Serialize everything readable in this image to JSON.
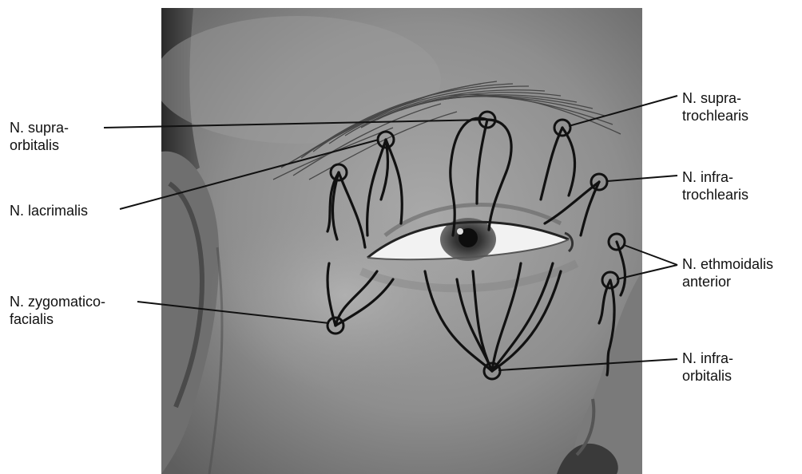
{
  "colors": {
    "background": "#ffffff",
    "skin_dark": "#3c3c3c",
    "skin_mid": "#8a8a8a",
    "skin_light": "#b8b8b8",
    "nerve": "#111111",
    "label_text": "#111111"
  },
  "labels": {
    "supraorbitalis": "N. supra-\norbitalis",
    "lacrimalis": "N. lacrimalis",
    "zygomaticofacialis": "N. zygomatico-\nfacialis",
    "supratrochlearis": "N. supra-\ntrochlearis",
    "infratrochlearis": "N. infra-\ntrochlearis",
    "ethmoidalis_anterior": "N. ethmoidalis\nanterior",
    "infraorbitalis": "N. infra-\norbitalis"
  }
}
